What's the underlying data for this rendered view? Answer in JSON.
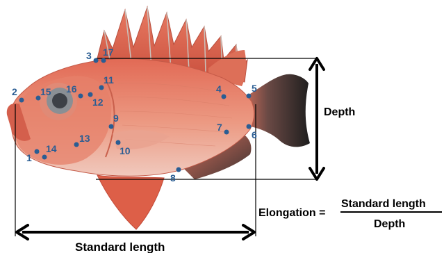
{
  "labels": {
    "depth": "Depth",
    "standard_length": "Standard length",
    "elongation_lhs": "Elongation =",
    "elongation_numerator": "Standard length",
    "elongation_denominator": "Depth"
  },
  "landmarks": [
    {
      "id": "1",
      "label": "1"
    },
    {
      "id": "2",
      "label": "2"
    },
    {
      "id": "3",
      "label": "3"
    },
    {
      "id": "4",
      "label": "4"
    },
    {
      "id": "5",
      "label": "5"
    },
    {
      "id": "6",
      "label": "6"
    },
    {
      "id": "7",
      "label": "7"
    },
    {
      "id": "8",
      "label": "8"
    },
    {
      "id": "9",
      "label": "9"
    },
    {
      "id": "10",
      "label": "10"
    },
    {
      "id": "11",
      "label": "11"
    },
    {
      "id": "12",
      "label": "12"
    },
    {
      "id": "13",
      "label": "13"
    },
    {
      "id": "14",
      "label": "14"
    },
    {
      "id": "15",
      "label": "15"
    },
    {
      "id": "16",
      "label": "16"
    },
    {
      "id": "17",
      "label": "17"
    }
  ],
  "colors": {
    "landmark": "#2a5d93",
    "fish_body": "#e9826a",
    "fish_belly": "#eab6a6",
    "fin": "#d9604b",
    "tail": "#2c2c2c"
  }
}
